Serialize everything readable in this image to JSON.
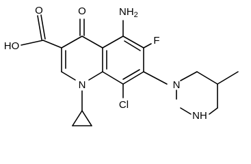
{
  "molecule": {
    "atoms": {
      "O_acid": "O",
      "HO": "HO",
      "O_keto": "O",
      "NH2": "NH2",
      "NH2_main": "NH",
      "NH2_sub": "2",
      "F": "F",
      "Cl": "Cl",
      "N1": "N",
      "N_pip": "N",
      "NH_pip": "NH"
    }
  },
  "colors": {
    "ink": "#000000",
    "background": "#ffffff"
  }
}
